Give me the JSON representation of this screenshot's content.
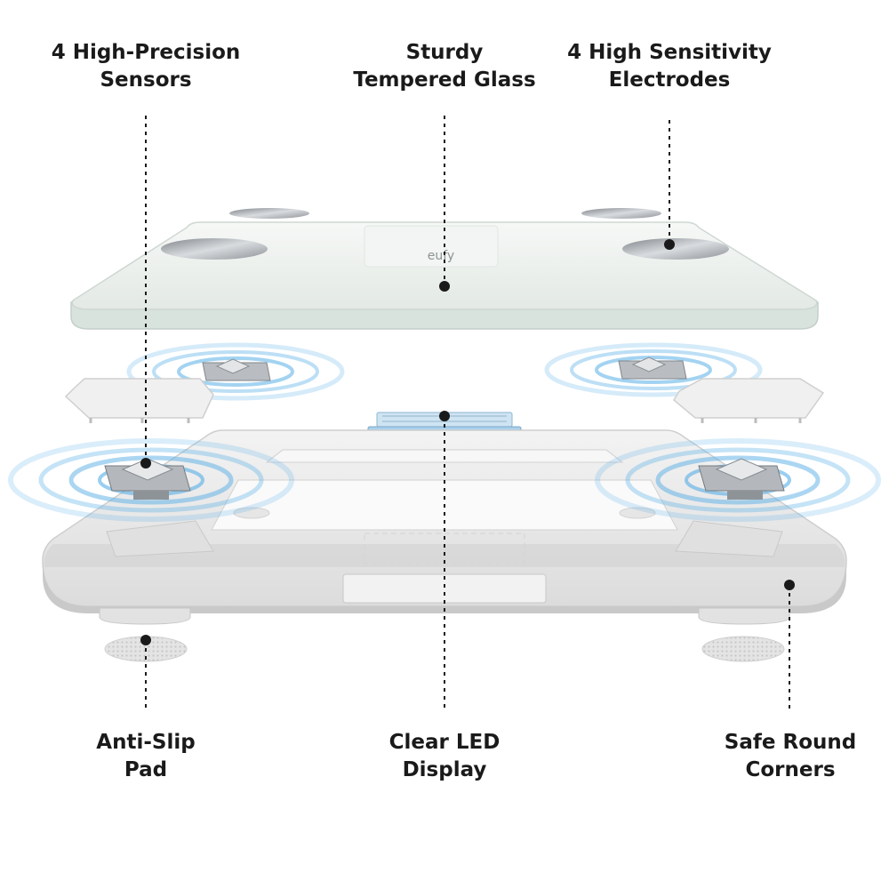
{
  "brand_logo": "eufy",
  "labels": {
    "sensors": [
      "4 High-Precision",
      "Sensors"
    ],
    "glass": [
      "Sturdy",
      "Tempered Glass"
    ],
    "electrodes": [
      "4 High Sensitivity",
      "Electrodes"
    ],
    "pad": [
      "Anti-Slip",
      "Pad"
    ],
    "display": [
      "Clear LED",
      "Display"
    ],
    "corners": [
      "Safe Round",
      "Corners"
    ]
  },
  "colors": {
    "text": "#1a1a1a",
    "glass": "#eef2ef",
    "frame": "#e9e9e9",
    "signal": "#57aee6",
    "metal": "#a9adb2"
  }
}
